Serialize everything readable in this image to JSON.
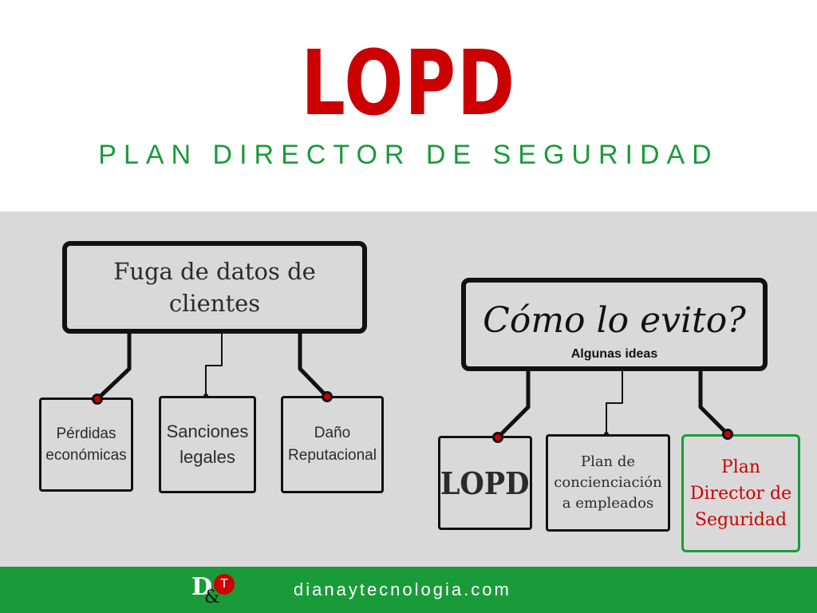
{
  "header": {
    "title": "LOPD",
    "subtitle": "PLAN DIRECTOR DE SEGURIDAD"
  },
  "left_tree": {
    "root": "Fuga de datos de clientes",
    "children": [
      "Pérdidas económicas",
      "Sanciones legales",
      "Daño Reputacional"
    ]
  },
  "right_tree": {
    "root": "Cómo lo evito?",
    "root_caption": "Algunas ideas",
    "children": [
      "LOPD",
      "Plan de concienciación a empleados",
      "Plan Director de Seguridad"
    ]
  },
  "colors": {
    "accent_red": "#cc0000",
    "accent_green": "#1a9b3a",
    "panel_gray": "#d9d9d9"
  },
  "footer": {
    "logo_letter_d": "D",
    "logo_amp": "&",
    "logo_letter_t": "T",
    "website": "dianaytecnologia.com"
  }
}
